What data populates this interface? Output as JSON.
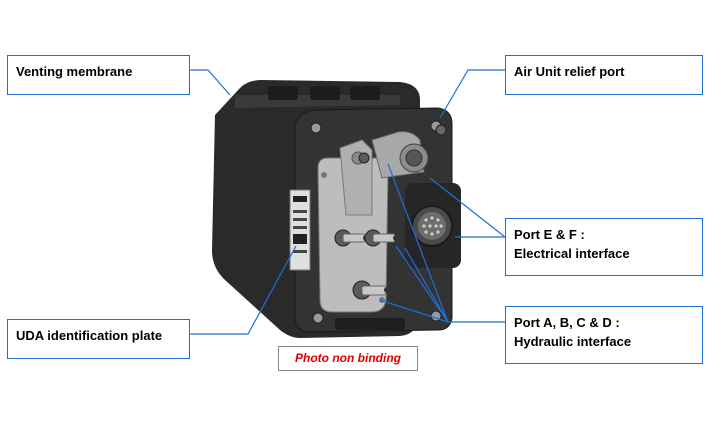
{
  "labels": {
    "venting": "Venting membrane",
    "air_relief": "Air Unit relief port",
    "port_ef_line1": "Port E & F :",
    "port_ef_line2": "Electrical interface",
    "uda_plate": "UDA identification plate",
    "port_abcd_line1": "Port A, B, C & D :",
    "port_abcd_line2": "Hydraulic interface"
  },
  "note": {
    "text": "Photo non binding",
    "color": "#e00000"
  },
  "colors": {
    "callout_border": "#1f6fd6",
    "leader_line": "#1f6fd6",
    "body_dark": "#2b2b2b",
    "plate_grey": "#bdbdbd"
  }
}
